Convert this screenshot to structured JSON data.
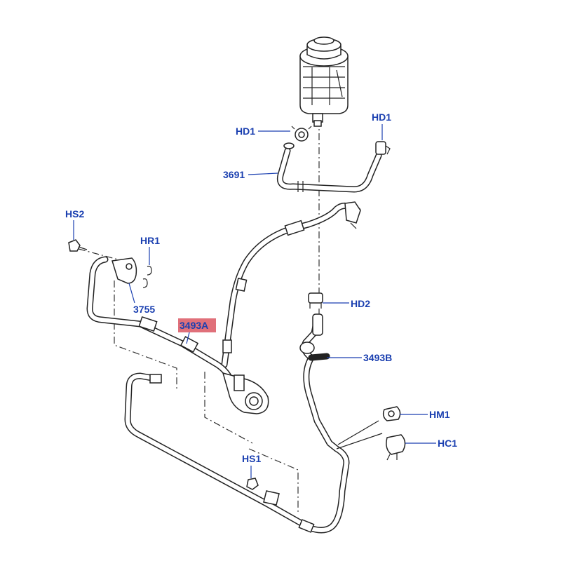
{
  "callouts": {
    "hd1_left": "HD1",
    "hd1_right": "HD1",
    "p3691": "3691",
    "hs2": "HS2",
    "hr1": "HR1",
    "p3755": "3755",
    "p3493a": "3493A",
    "hd2": "HD2",
    "p3493b": "3493B",
    "hm1": "HM1",
    "hc1": "HC1",
    "hs1": "HS1"
  },
  "colors": {
    "label": "#1a3fb0",
    "highlight": "#e0707a",
    "line": "#222222"
  },
  "highlighted_part": "3493A"
}
